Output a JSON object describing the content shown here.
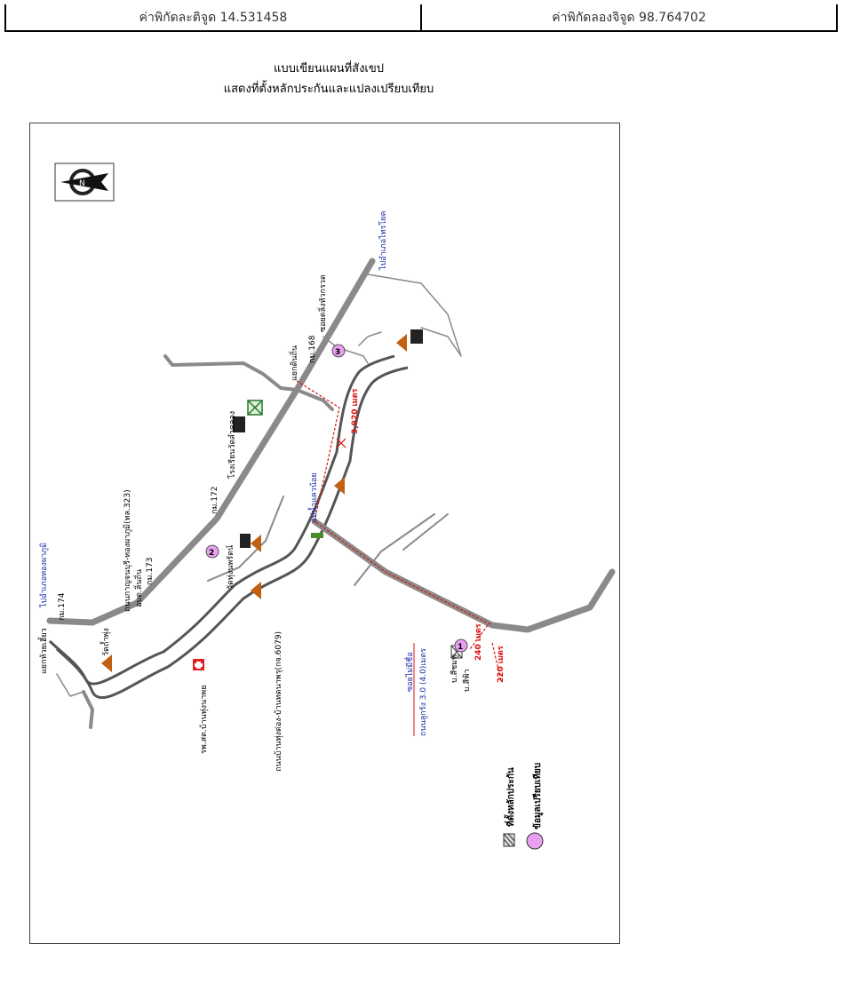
{
  "coords": {
    "lat_label": "ค่าพิกัดละติจูด 14.531458",
    "lon_label": "ค่าพิกัดลองจิจูด 98.764702"
  },
  "title": {
    "line1": "แบบเขียนแผนที่สังเขป",
    "line2": "แสดงที่ตั้งหลักประกันและแปลงเปรียบเทียบ"
  },
  "colors": {
    "road": "#8a8a8a",
    "river": "#555555",
    "measure": "#dd1111",
    "marker": "#e8a0f0",
    "blue_text": "#1a2aa8"
  },
  "labels": {
    "to_thong_pha_phum": "ไปอำเภอทองผาภูมิ",
    "km174": "กม.174",
    "yaek_huai_long": "แยกห้วยเฮี้ยว",
    "road_323": "ถนนกาญจนบุรี-ทองผาภูมิ(ทล.323)",
    "sub_district_office": "อบต.ลิ่นถิ่น",
    "km173": "กม.173",
    "hospital": "รพ.สต.บ้านทุ่งนาพย",
    "road_6079": "ถนนบ้านทุ่งต่อง-บ้านทดนาพรุ(กจ.6079)",
    "wat_tham": "วัดถ้ำพุ่ง",
    "km172": "กม.172",
    "school_1": "โรงเรียนวัดลำคลอง",
    "wat_2": "วัดทุ่งนพรัตน์",
    "km168": "กม.168",
    "junction_168": "แยกดินถิ่น",
    "soi": "ซอยตลิ่งหัวกรวด",
    "river_name": "แม่น้ำแควน้อย",
    "to_sai_yok": "ไปอำเภอไทรโยค",
    "dist_3920": "3,920 เมตร",
    "dist_240": "240 เมตร",
    "dist_220": "220 เมตร",
    "local_road": "ซอยไม่มีชื่อ",
    "road_width": "ถนนลูกรัง 3.0 (4.0)เมตร",
    "neighbor_1": "บ.สีชมพู",
    "neighbor_2": "บ.สีฟ้า",
    "legend_collateral": "ที่ตั้งหลักประกัน",
    "legend_comparison": "ข้อมูลเปรียบเทียบ"
  },
  "markers": [
    "1",
    "2",
    "3"
  ]
}
